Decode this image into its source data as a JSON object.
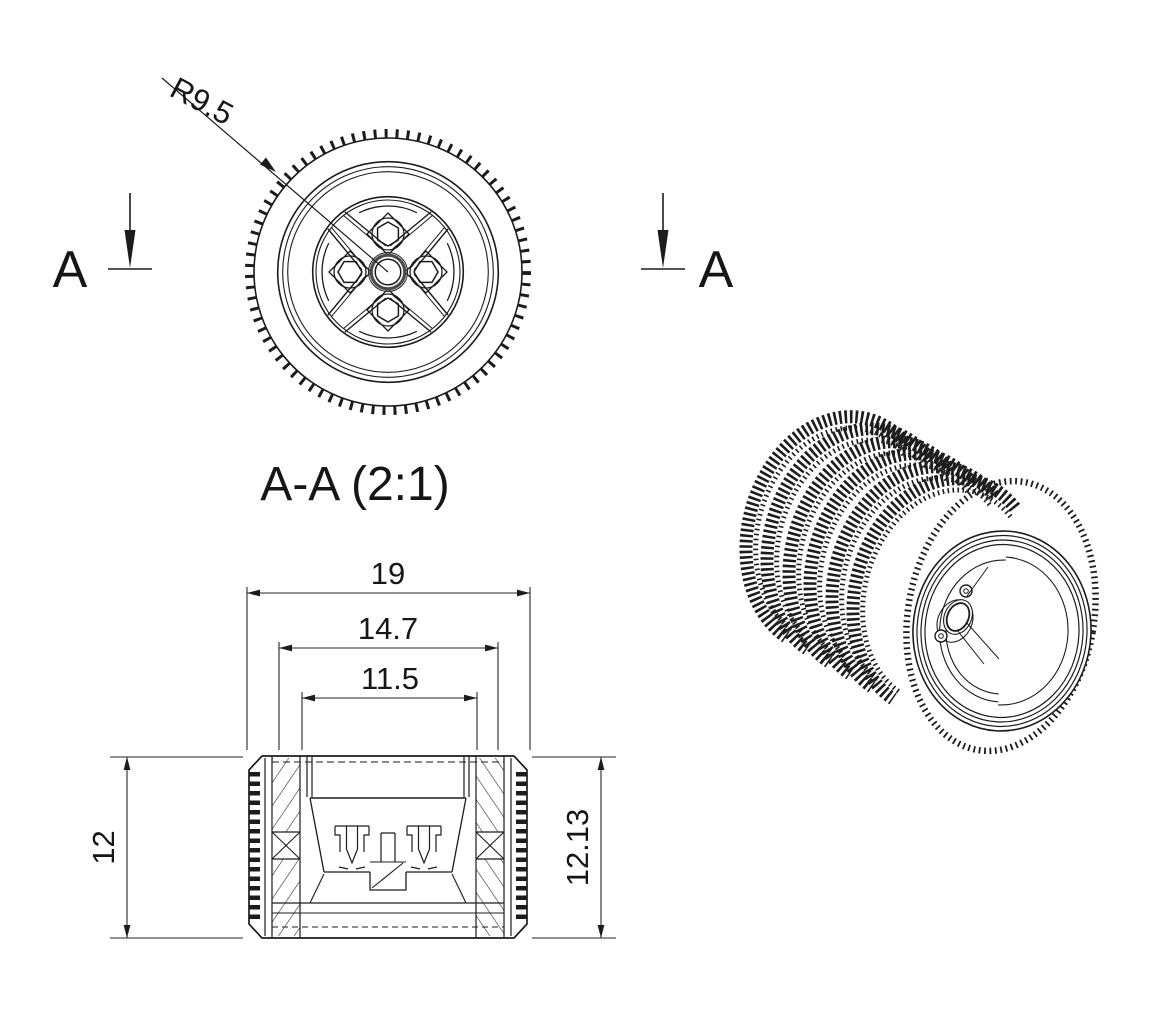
{
  "drawing": {
    "background": "#ffffff",
    "line_color": "#1c1c1c",
    "front_view": {
      "radius_label": "R9.5",
      "section_marker_left": "A",
      "section_marker_right": "A"
    },
    "section_view": {
      "title": "A-A (2:1)",
      "dimensions": {
        "overall_width": "19",
        "rim_width": "14.7",
        "hub_width": "11.5",
        "rim_height": "12",
        "overall_height": "12.13"
      }
    }
  }
}
